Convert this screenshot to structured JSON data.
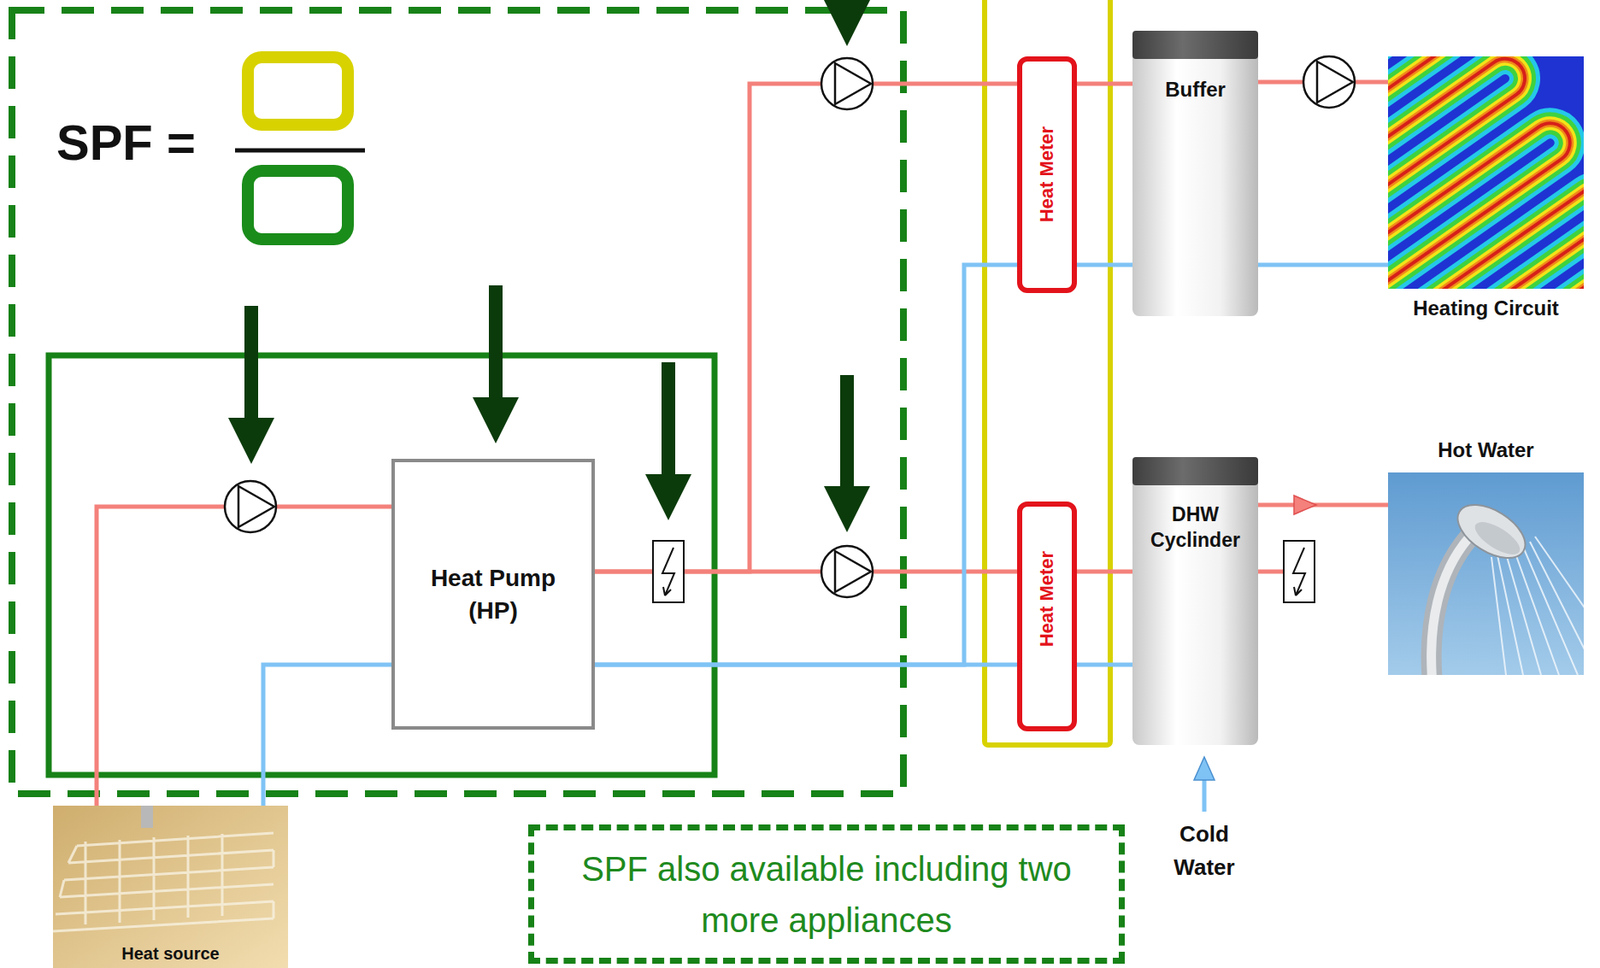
{
  "diagram": {
    "nodes": [
      {
        "text": [
          "Heat Meter"
        ]
      },
      {
        "text": [
          "Buffer"
        ]
      },
      {
        "text": [
          "Heating Circuit"
        ]
      },
      {
        "text": [
          "Hot Water"
        ]
      },
      {
        "text": [
          "Heat Pump (HP)"
        ]
      },
      {
        "text": [
          "Heat Meter"
        ]
      },
      {
        "text": [
          "DHW Cyclinder"
        ]
      },
      {
        "text": [
          "SPF also available including two more appliances"
        ]
      },
      {
        "text": [
          "Heat source"
        ]
      }
    ],
    "edges": [
      {
        "from": 8,
        "to": 4,
        "arrow": "none"
      },
      {
        "from": 4,
        "to": 0,
        "arrow": "none"
      },
      {
        "from": 0,
        "to": 1,
        "arrow": "none"
      },
      {
        "from": 1,
        "to": 2,
        "arrow": "none"
      },
      {
        "from": 4,
        "to": 5,
        "arrow": "none"
      },
      {
        "from": 5,
        "to": 6,
        "arrow": "none"
      },
      {
        "from": 6,
        "to": 3,
        "arrow": "none"
      },
      {
        "from": 4,
        "to": 8,
        "arrow": "none"
      },
      {
        "from": 4,
        "to": 6,
        "arrow": "none"
      },
      {
        "from": 1,
        "to": 4,
        "arrow": "none"
      },
      {
        "from": 2,
        "to": 1,
        "arrow": "none"
      }
    ],
    "labels": [
      "SPF =",
      "Cold Water"
    ]
  }
}
